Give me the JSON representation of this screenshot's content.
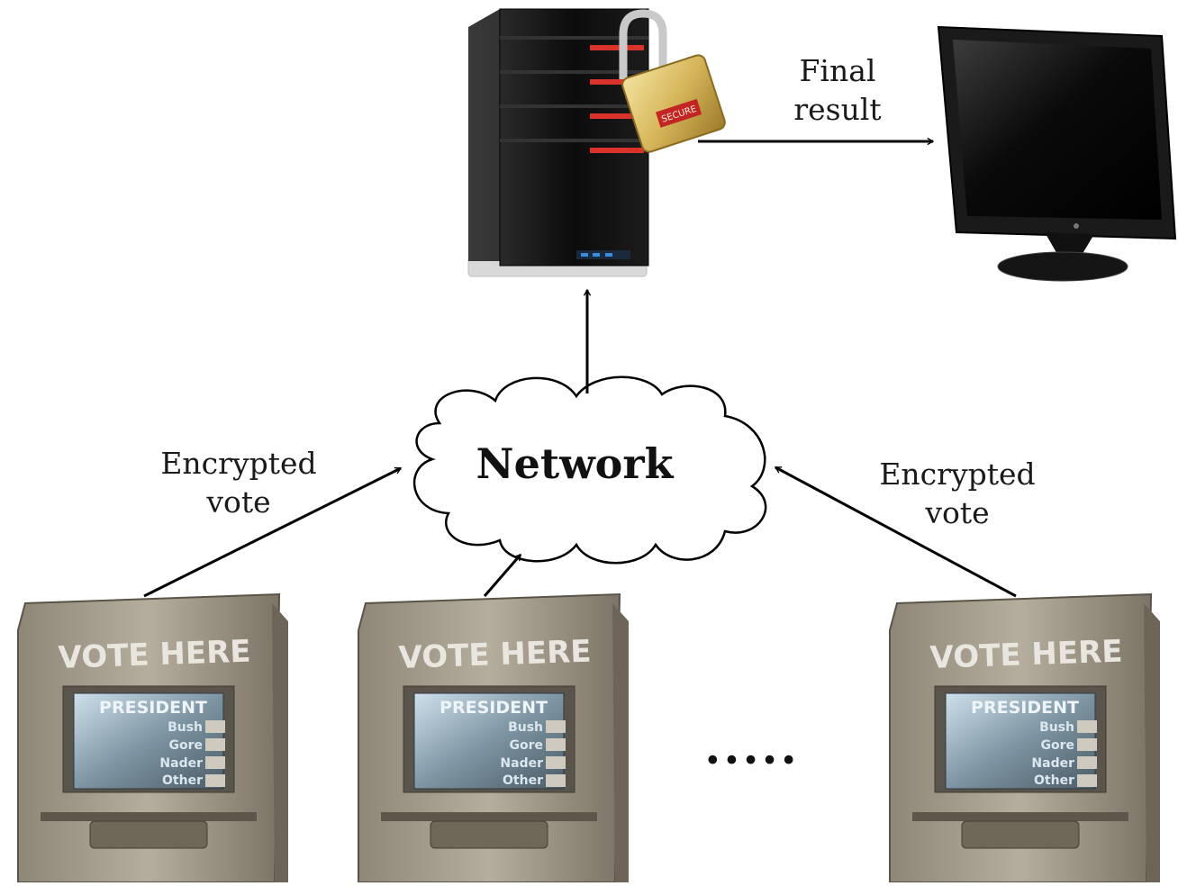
{
  "labels": {
    "final_result": [
      "Final",
      "result"
    ],
    "encrypted_vote_left": [
      "Encrypted",
      "vote"
    ],
    "encrypted_vote_right": [
      "Encrypted",
      "vote"
    ],
    "network": "Network",
    "ellipsis": "....."
  },
  "machine": {
    "header": "VOTE HERE",
    "screen_title": "PRESIDENT",
    "options": [
      "Bush",
      "Gore",
      "Nader",
      "Other"
    ]
  },
  "lock_tag": "SECURE"
}
